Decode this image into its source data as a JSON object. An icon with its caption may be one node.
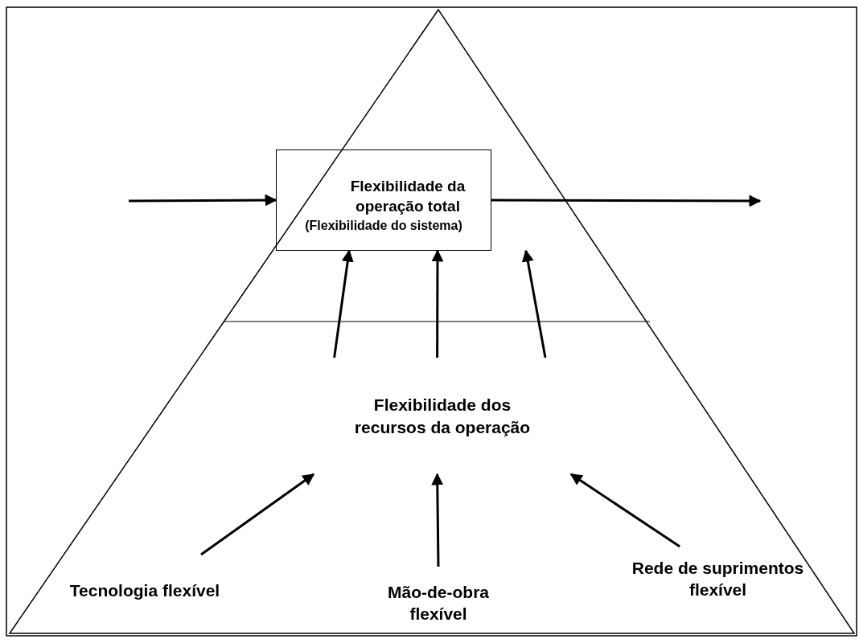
{
  "diagram": {
    "nodes": [
      {
        "text": [
          "Flexibilidade da operação total",
          "(Flexibilidade do sistema)"
        ]
      },
      {
        "text": [
          "Flexibilidade dos recursos da operação"
        ]
      },
      {
        "text": [
          "Tecnologia flexível"
        ]
      },
      {
        "text": [
          "Mão-de-obra flexível"
        ]
      },
      {
        "text": [
          "Rede de suprimentos flexível"
        ]
      }
    ],
    "edges": [
      {
        "from": null,
        "to": 0,
        "arrow": "to"
      },
      {
        "from": 0,
        "to": null,
        "arrow": "to"
      },
      {
        "from": 1,
        "to": 0,
        "arrow": "to"
      },
      {
        "from": 1,
        "to": 0,
        "arrow": "to"
      },
      {
        "from": 1,
        "to": 0,
        "arrow": "to"
      },
      {
        "from": 2,
        "to": 1,
        "arrow": "to"
      },
      {
        "from": 3,
        "to": 1,
        "arrow": "to"
      },
      {
        "from": 4,
        "to": 1,
        "arrow": "to"
      }
    ]
  }
}
